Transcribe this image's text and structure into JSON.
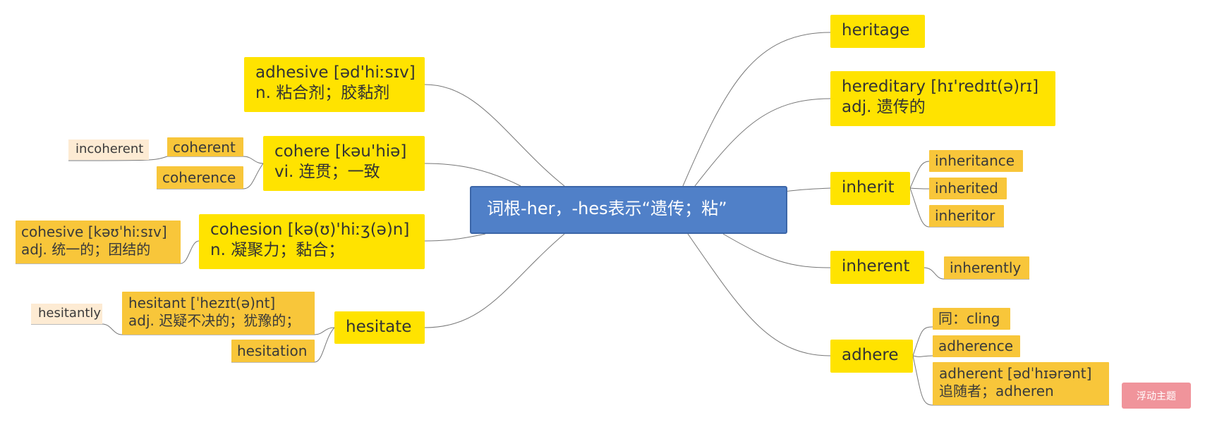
{
  "center": {
    "label": "词根-her，-hes表示“遗传；粘”"
  },
  "left": {
    "adhesive": {
      "line1": "adhesive [əd'hiːsɪv]",
      "line2": "n. 粘合剂；胶黏剂"
    },
    "cohere": {
      "line1": "cohere [kəu'hiə]",
      "line2": "vi. 连贯；一致",
      "children": {
        "coherent": "coherent",
        "coherence": "coherence",
        "incoherent": "incoherent"
      }
    },
    "cohesion": {
      "line1": "cohesion [kə(ʊ)'hiːʒ(ə)n]",
      "line2": "n. 凝聚力；黏合；",
      "children": {
        "cohesive_line1": "cohesive  [kəʊˈhiːsɪv]",
        "cohesive_line2": "adj. 统一的；团结的"
      }
    },
    "hesitate": {
      "label": "hesitate",
      "children": {
        "hesitant_line1": "hesitant [ˈhezɪt(ə)nt]",
        "hesitant_line2": "adj. 迟疑不决的；犹豫的；",
        "hesitation": "hesitation",
        "hesitantly": "hesitantly"
      }
    }
  },
  "right": {
    "heritage": {
      "label": "heritage"
    },
    "hereditary": {
      "line1": "hereditary [hɪ'redɪt(ə)rɪ]",
      "line2": "adj. 遗传的"
    },
    "inherit": {
      "label": "inherit",
      "children": {
        "inheritance": "inheritance",
        "inherited": "inherited",
        "inheritor": "inheritor"
      }
    },
    "inherent": {
      "label": "inherent",
      "children": {
        "inherently": "inherently"
      }
    },
    "adhere": {
      "label": "adhere",
      "children": {
        "cling": "同：cling",
        "adherence": "adherence",
        "adherent_line1": "adherent  [ədˈhɪərənt]",
        "adherent_line2": "追随者；adheren"
      }
    }
  },
  "float_button": {
    "label": "浮动主题"
  },
  "colors": {
    "center": "#5080c8",
    "main_topic": "#ffe300",
    "subtopic": "#f8c63a",
    "leaf": "#fdebd3",
    "float_button": "#f0949b",
    "connector": "#777777"
  }
}
